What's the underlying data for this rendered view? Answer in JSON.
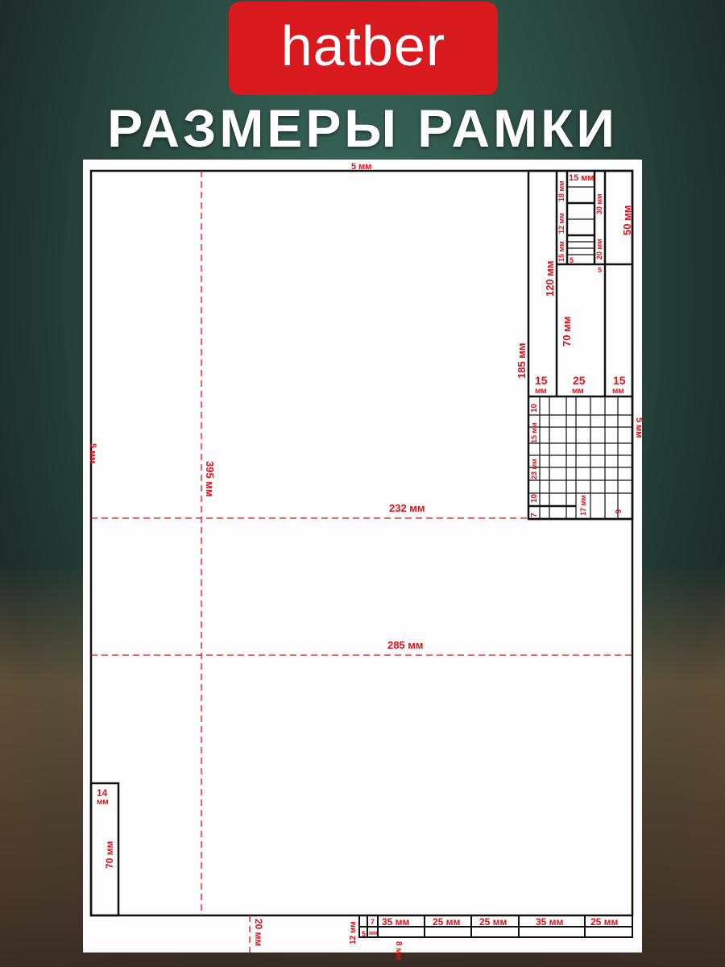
{
  "brand": {
    "logo_text": "hatber"
  },
  "headline": "РАЗМЕРЫ РАМКИ",
  "colors": {
    "brand_red": "#d81a1f",
    "dimension_red": "#e0121b",
    "frame": "#111111"
  },
  "dimensions": {
    "top_margin": "5 мм",
    "left_margin": "5 мм",
    "right_margin": "5 мм",
    "height_395": "395 мм",
    "width_232": "232 мм",
    "width_285": "285 мм",
    "box_185": "185 мм",
    "box_120": "120 мм",
    "box_70": "70 мм",
    "box_50": "50 мм",
    "col_15a": "15",
    "col_25": "25",
    "col_15b": "15",
    "mm": "мм",
    "cell_15mm": "15 мм",
    "cell_18mm": "18 мм",
    "cell_30mm": "30 мм",
    "cell_12mm": "12 мм",
    "cell_15mm_b": "15 мм",
    "cell_20mm": "20 мм",
    "cell_5": "5",
    "cell_5b": "5",
    "row_10": "10",
    "row_15mm": "15 мм",
    "row_23mm": "23 мм",
    "row_10b": "10",
    "row_7": "7",
    "col_17mm": "17 мм",
    "cell_6": "6",
    "left_14": "14",
    "left_14_mm": "мм",
    "left_70": "70 мм",
    "bottom_20": "20 мм",
    "bottom_12": "12 мм",
    "bottom_5": "5",
    "bottom_7": "7",
    "bottom_mm": "мм",
    "bottom_35a": "35 мм",
    "bottom_25a": "25 мм",
    "bottom_25b": "25 мм",
    "bottom_35b": "35 мм",
    "bottom_25c": "25 мм",
    "bottom_8": "8 мм"
  }
}
